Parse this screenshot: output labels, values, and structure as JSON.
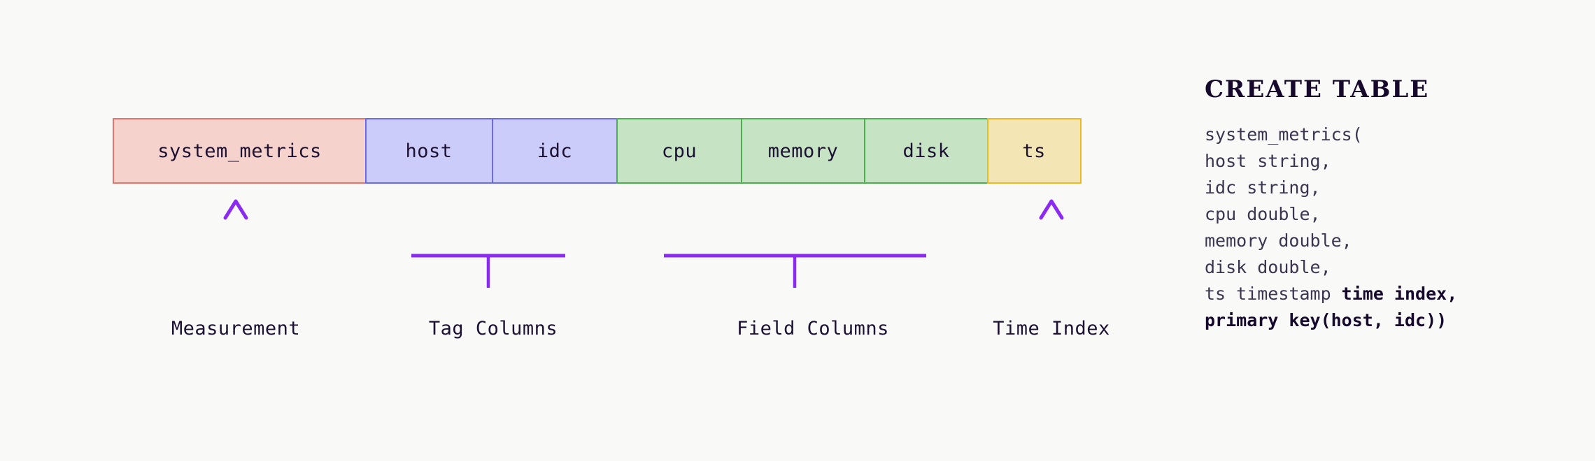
{
  "background_color": "#f9f9f8",
  "diagram": {
    "groups": [
      {
        "id": "measurement",
        "label": "Measurement",
        "connector": "arrow",
        "fill": "#f6d2cd",
        "stroke": "#e8736a",
        "cells": [
          "system_metrics"
        ]
      },
      {
        "id": "tag-columns",
        "label": "Tag Columns",
        "connector": "bracket",
        "fill": "#ccccfa",
        "stroke": "#6b6bf0",
        "cells": [
          "host",
          "idc"
        ]
      },
      {
        "id": "field-columns",
        "label": "Field Columns",
        "connector": "bracket",
        "fill": "#c6e4c4",
        "stroke": "#4caf50",
        "cells": [
          "cpu",
          "memory",
          "disk"
        ]
      },
      {
        "id": "time-index",
        "label": "Time Index",
        "connector": "arrow",
        "fill": "#f4e6b4",
        "stroke": "#f0b924",
        "cells": [
          "ts"
        ]
      }
    ],
    "connector_color": "#8b2af0"
  },
  "code_panel": {
    "title": "CREATE TABLE",
    "lines": [
      {
        "text": "system_metrics(",
        "bold": false
      },
      {
        "text": "host string,",
        "bold": false
      },
      {
        "text": "idc string,",
        "bold": false
      },
      {
        "text": "cpu double,",
        "bold": false
      },
      {
        "text": "memory double,",
        "bold": false
      },
      {
        "text": "disk double,",
        "bold": false
      },
      {
        "text": "ts timestamp ",
        "bold": false,
        "bold_suffix": "time index",
        "tail": ","
      },
      {
        "text": "primary key(host, idc))",
        "bold": true
      }
    ],
    "plain_color": "#3b3550",
    "bold_color": "#16092c"
  }
}
